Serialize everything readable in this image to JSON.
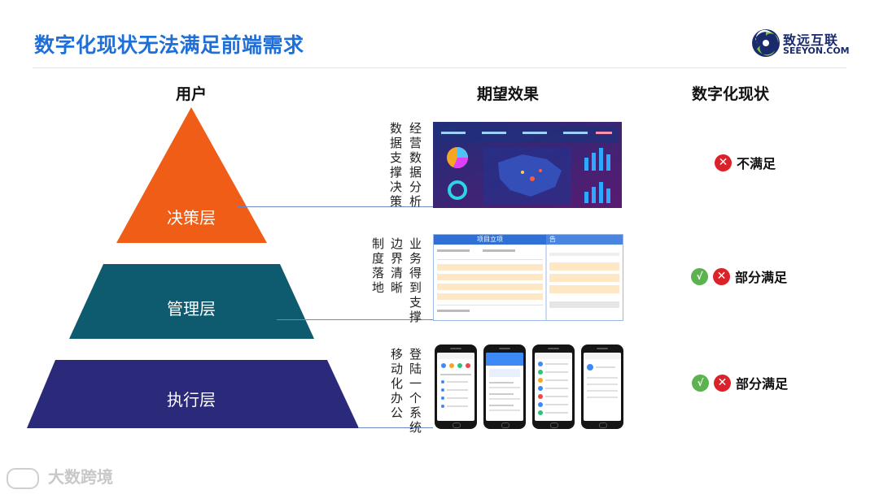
{
  "page": {
    "title": "数字化现状无法满足前端需求"
  },
  "logo": {
    "name_cn": "致远互联",
    "name_en": "SEEYON.COM",
    "icon": "seeyon-swirl-logo"
  },
  "columns": {
    "user": "用户",
    "expected": "期望效果",
    "current": "数字化现状"
  },
  "tiers": [
    {
      "label": "决策层",
      "color": "#f05d16",
      "expect_lines": [
        "经营数据分析",
        "数据支撑决策"
      ],
      "status_label": "不满足",
      "status_icons": [
        "cross-icon"
      ]
    },
    {
      "label": "管理层",
      "color": "#0e5a6e",
      "expect_lines": [
        "业务得到支撑",
        "边界清晰",
        "制度落地"
      ],
      "status_label": "部分满足",
      "status_icons": [
        "check-icon",
        "cross-icon"
      ]
    },
    {
      "label": "执行层",
      "color": "#2b2a7a",
      "expect_lines": [
        "登陆一个系统",
        "移动化办公"
      ],
      "status_label": "部分满足",
      "status_icons": [
        "check-icon",
        "cross-icon"
      ]
    }
  ],
  "screenshots": {
    "form_header_left": "项目立项",
    "form_header_right": "告"
  },
  "watermark": "大数跨境",
  "colors": {
    "title": "#1f6fd8",
    "check": "#5bb24e",
    "cross": "#d9222a"
  }
}
